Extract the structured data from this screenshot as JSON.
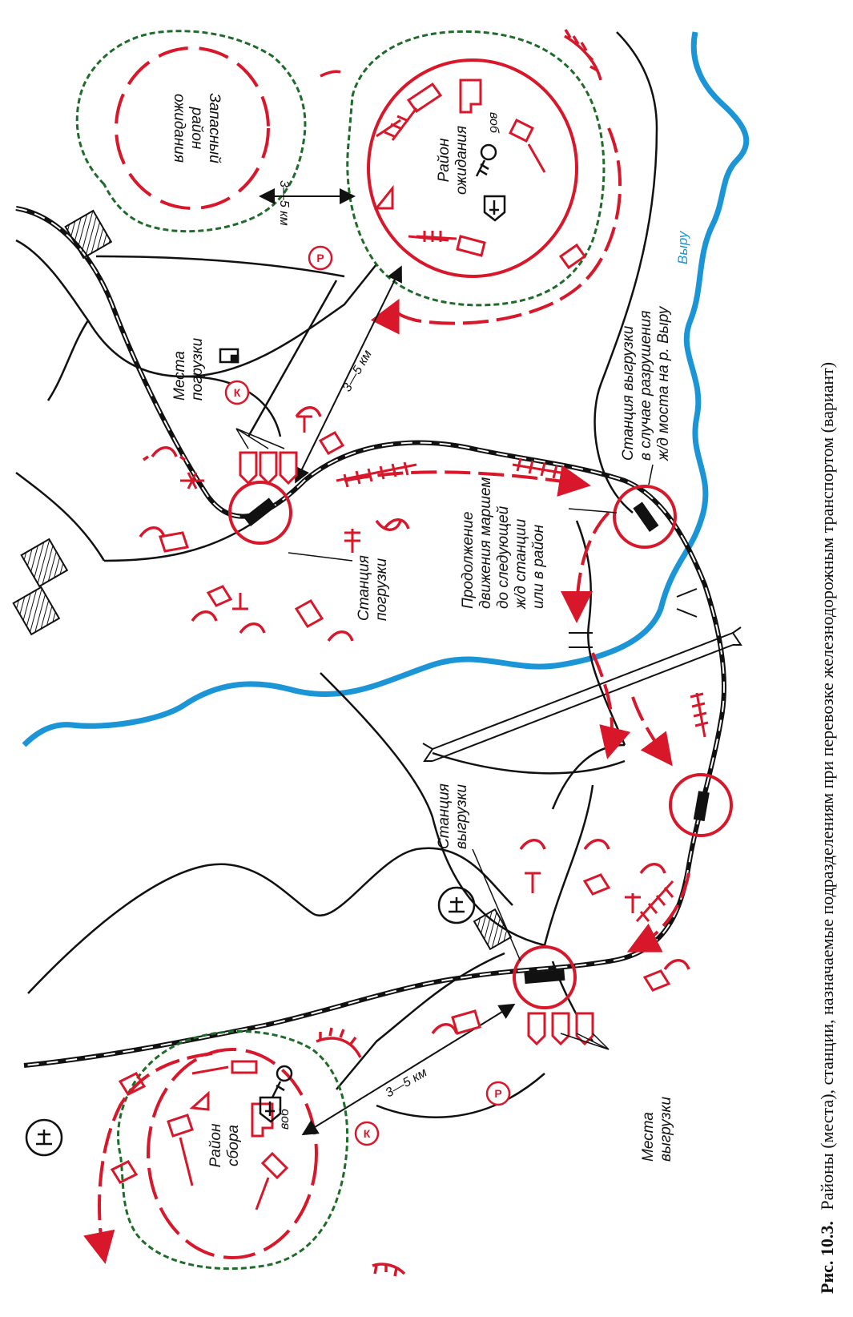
{
  "caption": {
    "prefix": "Рис. 10.3.",
    "text": "Районы (места), станции, назначаемые подразделениям при перевозке железнодорожным транспортом (вариант)"
  },
  "labels": {
    "reserve_area": [
      "Запасный",
      "район",
      "ожидания"
    ],
    "waiting_area": [
      "Район",
      "ожидания"
    ],
    "assembly_area": [
      "Район",
      "сбора"
    ],
    "loading_places": [
      "Места",
      "погрузки"
    ],
    "loading_station": [
      "Станция",
      "погрузки"
    ],
    "unloading_station": [
      "Станция",
      "выгрузки"
    ],
    "unloading_places": [
      "Места",
      "выгрузки"
    ],
    "alt_unloading_station": [
      "Станция выгрузки",
      "в случае разрушения",
      "ж/д моста на р. Выру"
    ],
    "continue_march": [
      "Продолжение",
      "движения маршем",
      "до следующей",
      "ж/д станции",
      "или в район"
    ],
    "dist_reserve": "3—5 км",
    "dist_loading": "3—5 км",
    "dist_unloading": "3—5 км",
    "vob_1": "воб",
    "vob_2": "воб",
    "river_label": "Выру",
    "k_sign": "К",
    "r_sign": "Р"
  },
  "colors": {
    "red": "#d8182a",
    "green": "#1e6b2a",
    "blue": "#1b95d6",
    "black": "#111111"
  },
  "icons": [
    "command-post-icon",
    "sapper-icon",
    "helicopter-pad-icon",
    "unit-vehicle-icon",
    "hatched-building-icon"
  ]
}
